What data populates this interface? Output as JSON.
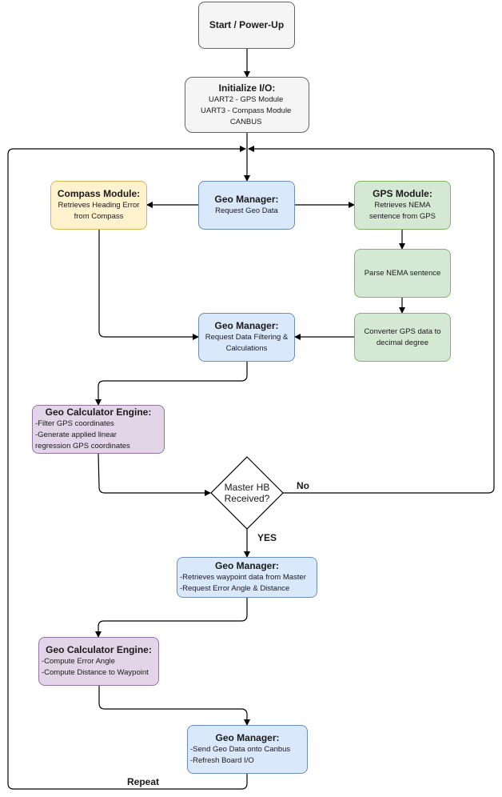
{
  "nodes": {
    "start": {
      "title": "Start / Power-Up",
      "lines": []
    },
    "init": {
      "title": "Initialize I/O:",
      "lines": [
        "UART2 - GPS Module",
        "UART3 - Compass Module",
        "CANBUS"
      ]
    },
    "geo_request": {
      "title": "Geo Manager:",
      "lines": [
        "Request Geo Data"
      ]
    },
    "compass": {
      "title": "Compass Module:",
      "lines": [
        "Retrieves Heading Error",
        "from Compass"
      ]
    },
    "gps": {
      "title": "GPS Module:",
      "lines": [
        "Retrieves NEMA",
        "sentence from GPS"
      ]
    },
    "parse": {
      "title": "",
      "lines": [
        "Parse NEMA sentence"
      ]
    },
    "convert": {
      "title": "",
      "lines": [
        "Converter GPS data to",
        "decimal degree"
      ]
    },
    "geo_filter": {
      "title": "Geo Manager:",
      "lines": [
        "Request Data Filtering &",
        "Calculations"
      ]
    },
    "calc1": {
      "title": "Geo Calculator Engine:",
      "lines": [
        "-Filter GPS coordinates",
        "-Generate applied linear",
        "regression GPS coordinates"
      ]
    },
    "decision": {
      "lines": [
        "Master HB",
        "Received?"
      ]
    },
    "geo_waypoint": {
      "title": "Geo Manager:",
      "lines": [
        "-Retrieves waypoint data from Master",
        "-Request Error Angle & Distance"
      ]
    },
    "calc2": {
      "title": "Geo Calculator Engine:",
      "lines": [
        "-Compute Error Angle",
        "-Compute Distance to Waypoint"
      ]
    },
    "geo_send": {
      "title": "Geo Manager:",
      "lines": [
        "-Send Geo Data onto Canbus",
        "-Refresh Board I/O"
      ]
    }
  },
  "edge_labels": {
    "no": "No",
    "yes": "YES",
    "repeat": "Repeat"
  },
  "colors": {
    "gray_fill": "#f5f5f5",
    "yellow_fill": "#fff2cc",
    "blue_fill": "#dae8fc",
    "green_fill": "#d5e8d4",
    "purple_fill": "#e1d5e7",
    "edge": "#000000"
  }
}
